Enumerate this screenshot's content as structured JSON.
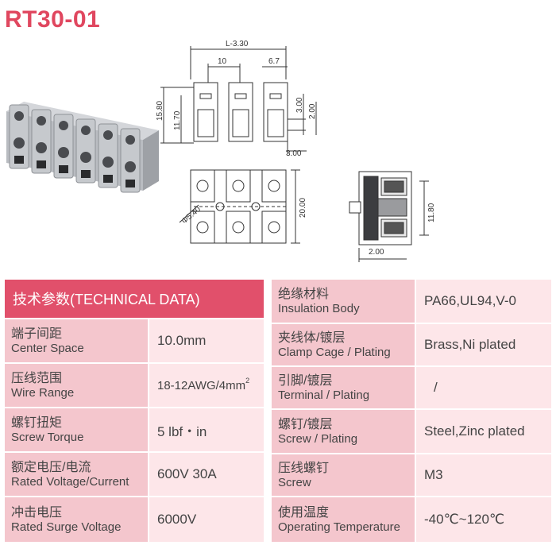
{
  "title": "RT30-01",
  "drawing_labels": {
    "top_width": "L-3.30",
    "pitch": "10",
    "end_width": "6.7",
    "height_total": "15.80",
    "height_body": "11.70",
    "dim_300a": "3.00",
    "dim_200a": "2.00",
    "dim_300b": "3.00",
    "bottom_height": "20.00",
    "hole_dia": "Φ5.40",
    "side_height": "11.80",
    "side_pin": "2.00"
  },
  "table": {
    "header": "技术参数(TECHNICAL DATA)",
    "left_rows": [
      {
        "cn": "端子间距",
        "en": "Center Space",
        "value": "10.0mm"
      },
      {
        "cn": "压线范围",
        "en": "Wire Range",
        "value": "18-12AWG/4mm",
        "sup": "2"
      },
      {
        "cn": "螺钉扭矩",
        "en": "Screw Torque",
        "value": "5 lbf・in"
      },
      {
        "cn": "额定电压/电流",
        "en": "Rated Voltage/Current",
        "value": "600V 30A"
      },
      {
        "cn": "冲击电压",
        "en": "Rated Surge Voltage",
        "value": "6000V"
      }
    ],
    "right_rows": [
      {
        "cn": "绝缘材料",
        "en": "Insulation Body",
        "value": "PA66,UL94,V-0"
      },
      {
        "cn": "夹线体/镀层",
        "en": "Clamp Cage / Plating",
        "value": "Brass,Ni plated"
      },
      {
        "cn": "引脚/镀层",
        "en": "Terminal / Plating",
        "value": "/"
      },
      {
        "cn": "螺钉/镀层",
        "en": "Screw / Plating",
        "value": "Steel,Zinc plated"
      },
      {
        "cn": "压线螺钉",
        "en": "Screw",
        "value": "M3"
      },
      {
        "cn": "使用温度",
        "en": "Operating Temperature",
        "value": "-40℃~120℃"
      }
    ]
  },
  "colors": {
    "accent": "#e1506b",
    "title": "#e0475f",
    "row_dark": "#f2c3ca",
    "row_light": "#fbe3e6",
    "label_bg": "#f4c6cd",
    "value_bg": "#fde6e9"
  }
}
